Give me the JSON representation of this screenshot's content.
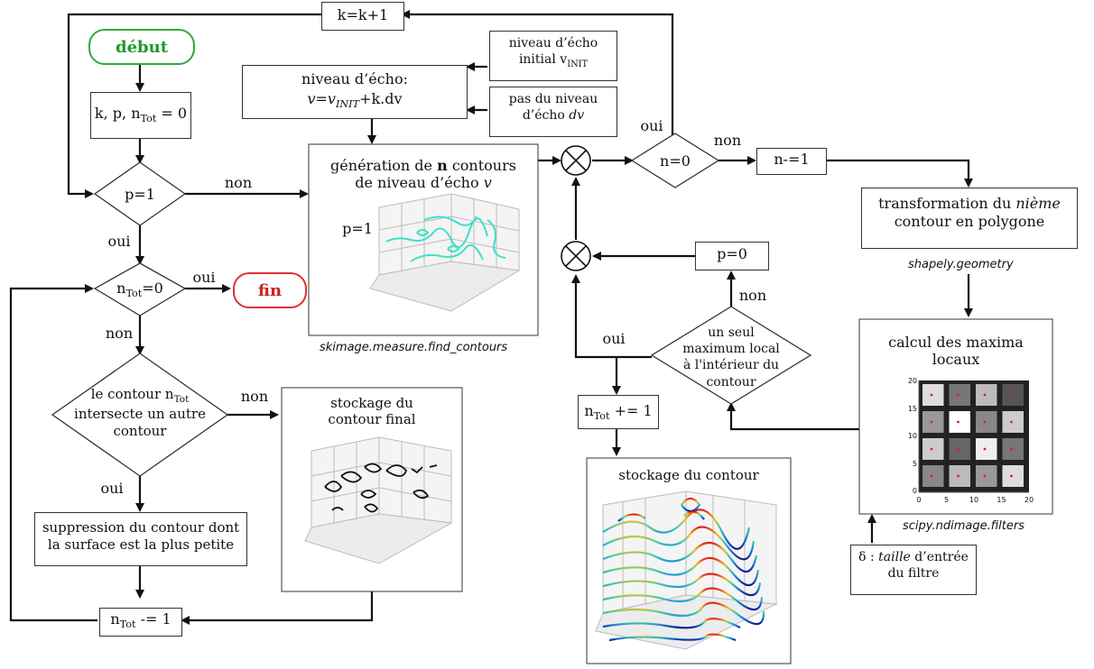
{
  "nodes": {
    "start": "début",
    "end": "fin",
    "init": "k, p, n",
    "init_sub": "Tot",
    "init_tail": " = 0",
    "k_inc": "k=k+1",
    "echo_title": "niveau d’écho:",
    "echo_eq_v": "v",
    "echo_eq_v2": "=v",
    "echo_eq_sub": "INIT",
    "echo_eq_tail": "+k.dv",
    "init_echo_line1": "niveau d’écho",
    "init_echo_line2": "initial v",
    "init_echo_sub": "INIT",
    "step_line1": "pas du niveau",
    "step_line2": "d’écho ",
    "step_dv": "dv",
    "gen_line1a": "génération de ",
    "gen_n": "n",
    "gen_line1b": " contours",
    "gen_line2a": "de niveau d’écho ",
    "gen_v": "v",
    "gen_p": "p=1",
    "p1": "p=1",
    "ntot0_n": "n",
    "ntot0_sub": "Tot",
    "ntot0_tail": "=0",
    "n0": "n=0",
    "n_dec": "n-=1",
    "transform_line1a": "transformation du ",
    "transform_nieme": "nième",
    "transform_line2": "contour en polygone",
    "maxima_line1": "calcul des maxima",
    "maxima_line2": "locaux",
    "p0": "p=0",
    "single_line1": "un seul",
    "single_line2": "maximum local",
    "single_line3": "à l'intérieur du",
    "single_line4": "contour",
    "ntot_inc_n": "n",
    "ntot_inc_sub": "Tot",
    "ntot_inc_tail": " += 1",
    "intersect_line1": "le contour n",
    "intersect_sub": "Tot",
    "intersect_line2": "intersecte un autre",
    "intersect_line3": "contour",
    "store_final_line1": "stockage du",
    "store_final_line2": "contour final",
    "store_contour": "stockage du contour",
    "delete_line1": "suppression du contour dont",
    "delete_line2": "la surface est la plus petite",
    "ntot_dec_n": "n",
    "ntot_dec_sub": "Tot",
    "ntot_dec_tail": " -= 1",
    "delta_sym": "δ : ",
    "delta_taille": "taille",
    "delta_line1b": " d’entrée",
    "delta_line2": "du filtre"
  },
  "edges": {
    "non_p1": "non",
    "oui_p1": "oui",
    "oui_ntot": "oui",
    "non_ntot": "non",
    "non_intersect": "non",
    "oui_intersect": "oui",
    "oui_n0": "oui",
    "non_n0": "non",
    "non_single": "non",
    "oui_single": "oui"
  },
  "libraries": {
    "find_contours": "skimage.measure.find_contours",
    "shapely": "shapely.geometry",
    "scipy": "scipy.ndimage.filters"
  },
  "maxima_plot": {
    "y_ticks": [
      "20",
      "15",
      "10",
      "5",
      "0"
    ],
    "x_ticks": [
      "0",
      "5",
      "10",
      "15",
      "20"
    ]
  },
  "colors": {
    "start_border": "#2eaa3a",
    "start_text": "#1f9a2c",
    "end_border": "#e03030",
    "end_text": "#d02020",
    "contour_cyan": "#3fe0c8"
  }
}
